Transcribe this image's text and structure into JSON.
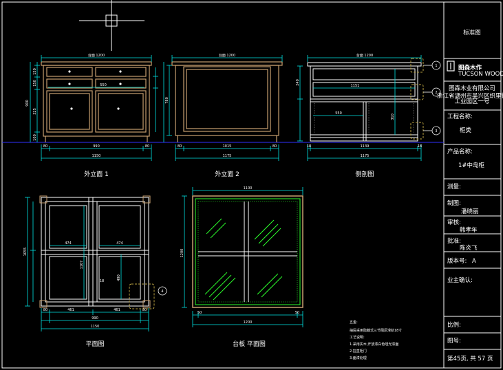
{
  "title_block": {
    "drawing_title": "标准图",
    "logo_name": "图森木作",
    "logo_en": "TUCSON WOOD",
    "company": "图森木业有限公司",
    "address_1": "浙江省湖州市吴兴区织里镇",
    "address_2": "工业园区一号",
    "project_label": "工程名称:",
    "project_value": "柜类",
    "product_label": "产品名称:",
    "product_value": "1#中岛柜",
    "survey_label": "测量:",
    "drafter_label": "制图:",
    "drafter_value": "潘晓丽",
    "reviewer_label": "审核:",
    "reviewer_value": "韩孝年",
    "approver_label": "批准:",
    "approver_value": "陈炎飞",
    "version_label": "版本号:",
    "version_value": "A",
    "owner_label": "业主确认:",
    "scale_label": "比例:",
    "drawing_no_label": "图号:",
    "page_text": "第45页, 共 57 页"
  },
  "views": {
    "elevation_1": "外立面 1",
    "elevation_2": "外立面 2",
    "section": "侧剖图",
    "plan": "平面图",
    "top_plan": "台板  平面图"
  },
  "dims": {
    "e1_total_top": "台面 1200",
    "e1_d1": "80",
    "e1_d2": "990",
    "e1_d3": "80",
    "e1_total": "1150",
    "e1_drawer": "550",
    "e1_h_total": "900",
    "e1_h1": "150",
    "e1_h2": "150",
    "e1_h3": "325",
    "e1_h4": "100",
    "e2_total_top": "台面 1200",
    "e2_d1": "80",
    "e2_d2": "1015",
    "e2_d3": "80",
    "e2_total": "1175",
    "e2_h": "780",
    "sec_total_top": "台面 1200",
    "sec_d1": "18",
    "sec_d2": "1139",
    "sec_d3": "18",
    "sec_total": "1175",
    "sec_inner": "1151",
    "sec_shelf": "550",
    "sec_h1": "240",
    "sec_h2": "310",
    "plan_d1": "80",
    "plan_d2": "461",
    "plan_d3": "461",
    "plan_d4": "80",
    "plan_mid": "990",
    "plan_total": "1150",
    "plan_474a": "474",
    "plan_474b": "474",
    "plan_depth": "1107",
    "plan_18": "18",
    "plan_h_total": "1055",
    "plan_h2": "490",
    "top_total_top": "1100",
    "top_total": "1200",
    "top_d1": "50",
    "top_d2": "50",
    "top_h": "1200"
  },
  "notes": {
    "heading": "五金:",
    "line_1": "抽屉采用隐藏式三节阻尼滑轨18寸",
    "line_2": "工艺说明:",
    "line_3": "1.采用实木,开放漆白色哑光漆面",
    "line_4": "2.拉直柜门",
    "line_5": "3.面漆处理"
  },
  "callouts": {
    "c1": "1",
    "c2": "2",
    "c3": "3",
    "c4": "4"
  },
  "colors": {
    "background": "#000000",
    "frame": "#ffffff",
    "furniture": "#c8a070",
    "dimension": "#00e5e5",
    "glass": "#2cff2c",
    "axis": "#3030ff",
    "callout": "#b8a040"
  }
}
